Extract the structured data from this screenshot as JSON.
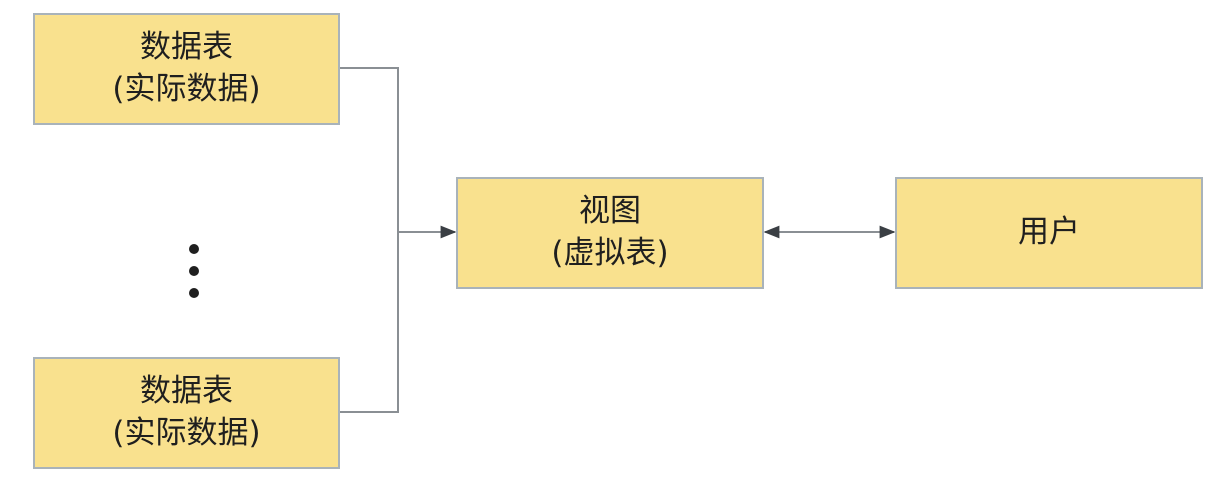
{
  "diagram": {
    "nodes": {
      "table_top": {
        "line1": "数据表",
        "line2": "(实际数据)"
      },
      "table_bottom": {
        "line1": "数据表",
        "line2": "(实际数据)"
      },
      "view": {
        "line1": "视图",
        "line2": "(虚拟表)"
      },
      "user": {
        "line1": "用户"
      }
    },
    "edges": [
      {
        "from": "table_top",
        "to": "view",
        "arrow": "end"
      },
      {
        "from": "table_bottom",
        "to": "view",
        "arrow": "end"
      },
      {
        "from": "view",
        "to": "user",
        "arrow": "both"
      }
    ],
    "colors": {
      "box_fill": "#f9e18e",
      "box_border": "#a9b3ba",
      "connector": "#8a8f94",
      "text": "#1f1f1f"
    }
  }
}
